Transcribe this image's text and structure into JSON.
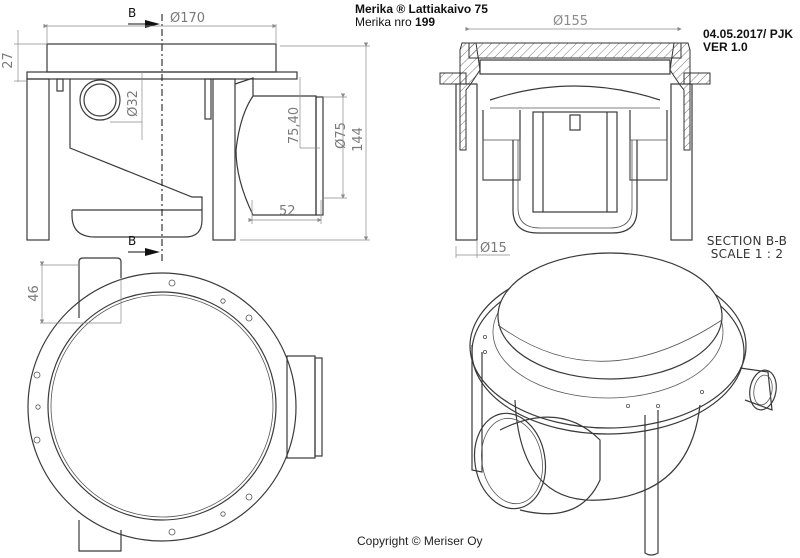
{
  "title_block": {
    "product_title": "Merika ® Lattiakaivo 75",
    "product_number_label": "Merika nro",
    "product_number": "199",
    "date_author": "04.05.2017/ PJK",
    "version": "VER 1.0"
  },
  "side_view": {
    "section_marker_top": "B",
    "section_marker_bottom": "B",
    "dimensions": {
      "top_diameter": "Ø170",
      "collar_height": "27",
      "inlet_diameter": "Ø32",
      "outlet_center_height": "75,40",
      "outlet_diameter": "Ø75",
      "total_height": "144",
      "outlet_length": "52"
    }
  },
  "section_view": {
    "dimensions": {
      "grate_diameter": "Ø155",
      "leg_diameter": "Ø15"
    },
    "label_line1": "SECTION B-B",
    "label_line2": "SCALE 1 : 2"
  },
  "top_view": {
    "dimensions": {
      "inlet_length": "46"
    }
  },
  "isometric_view": {},
  "footer": {
    "copyright": "Copyright © Meriser Oy"
  },
  "colors": {
    "line": "#3a3a3a",
    "dimension": "#8a8a8a",
    "background": "#ffffff"
  }
}
